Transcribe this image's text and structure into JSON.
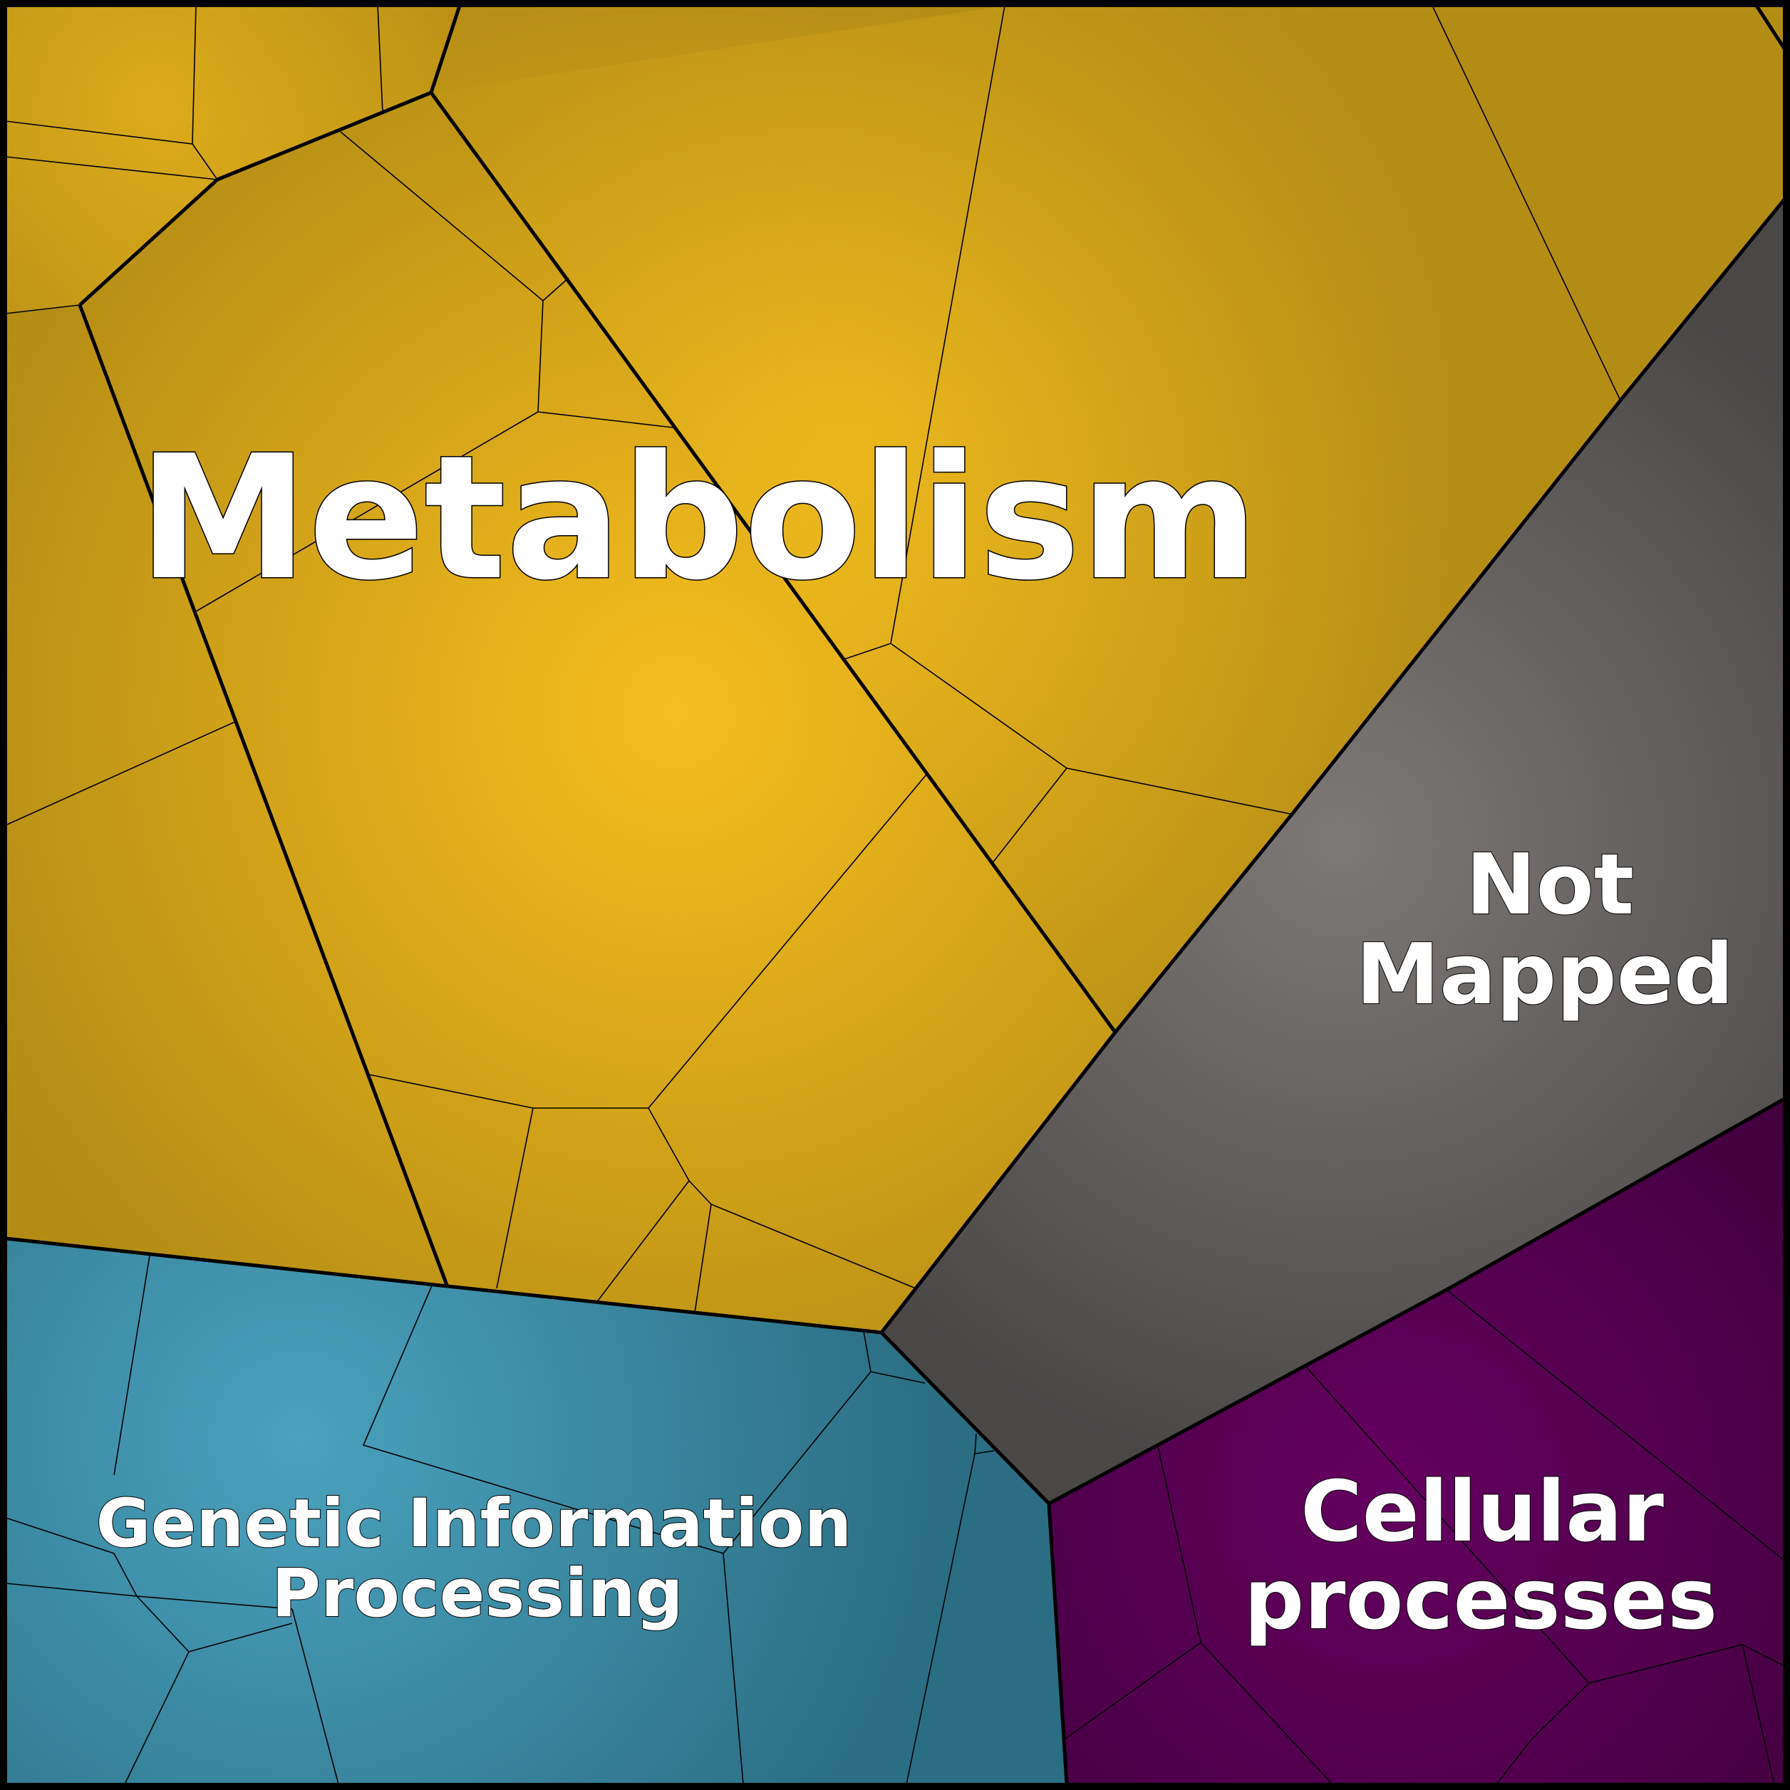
{
  "regions": [
    {
      "key": "metabolism",
      "lines": [
        "Metabolism"
      ],
      "color": "#F6BE1E"
    },
    {
      "key": "not_mapped",
      "lines": [
        "Not",
        "Mapped"
      ],
      "color": "#706C6A"
    },
    {
      "key": "genetic",
      "lines": [
        "Genetic Information",
        "Processing"
      ],
      "color": "#3F99B5"
    },
    {
      "key": "cellular",
      "lines": [
        "Cellular",
        "processes"
      ],
      "color": "#5B0055"
    }
  ]
}
